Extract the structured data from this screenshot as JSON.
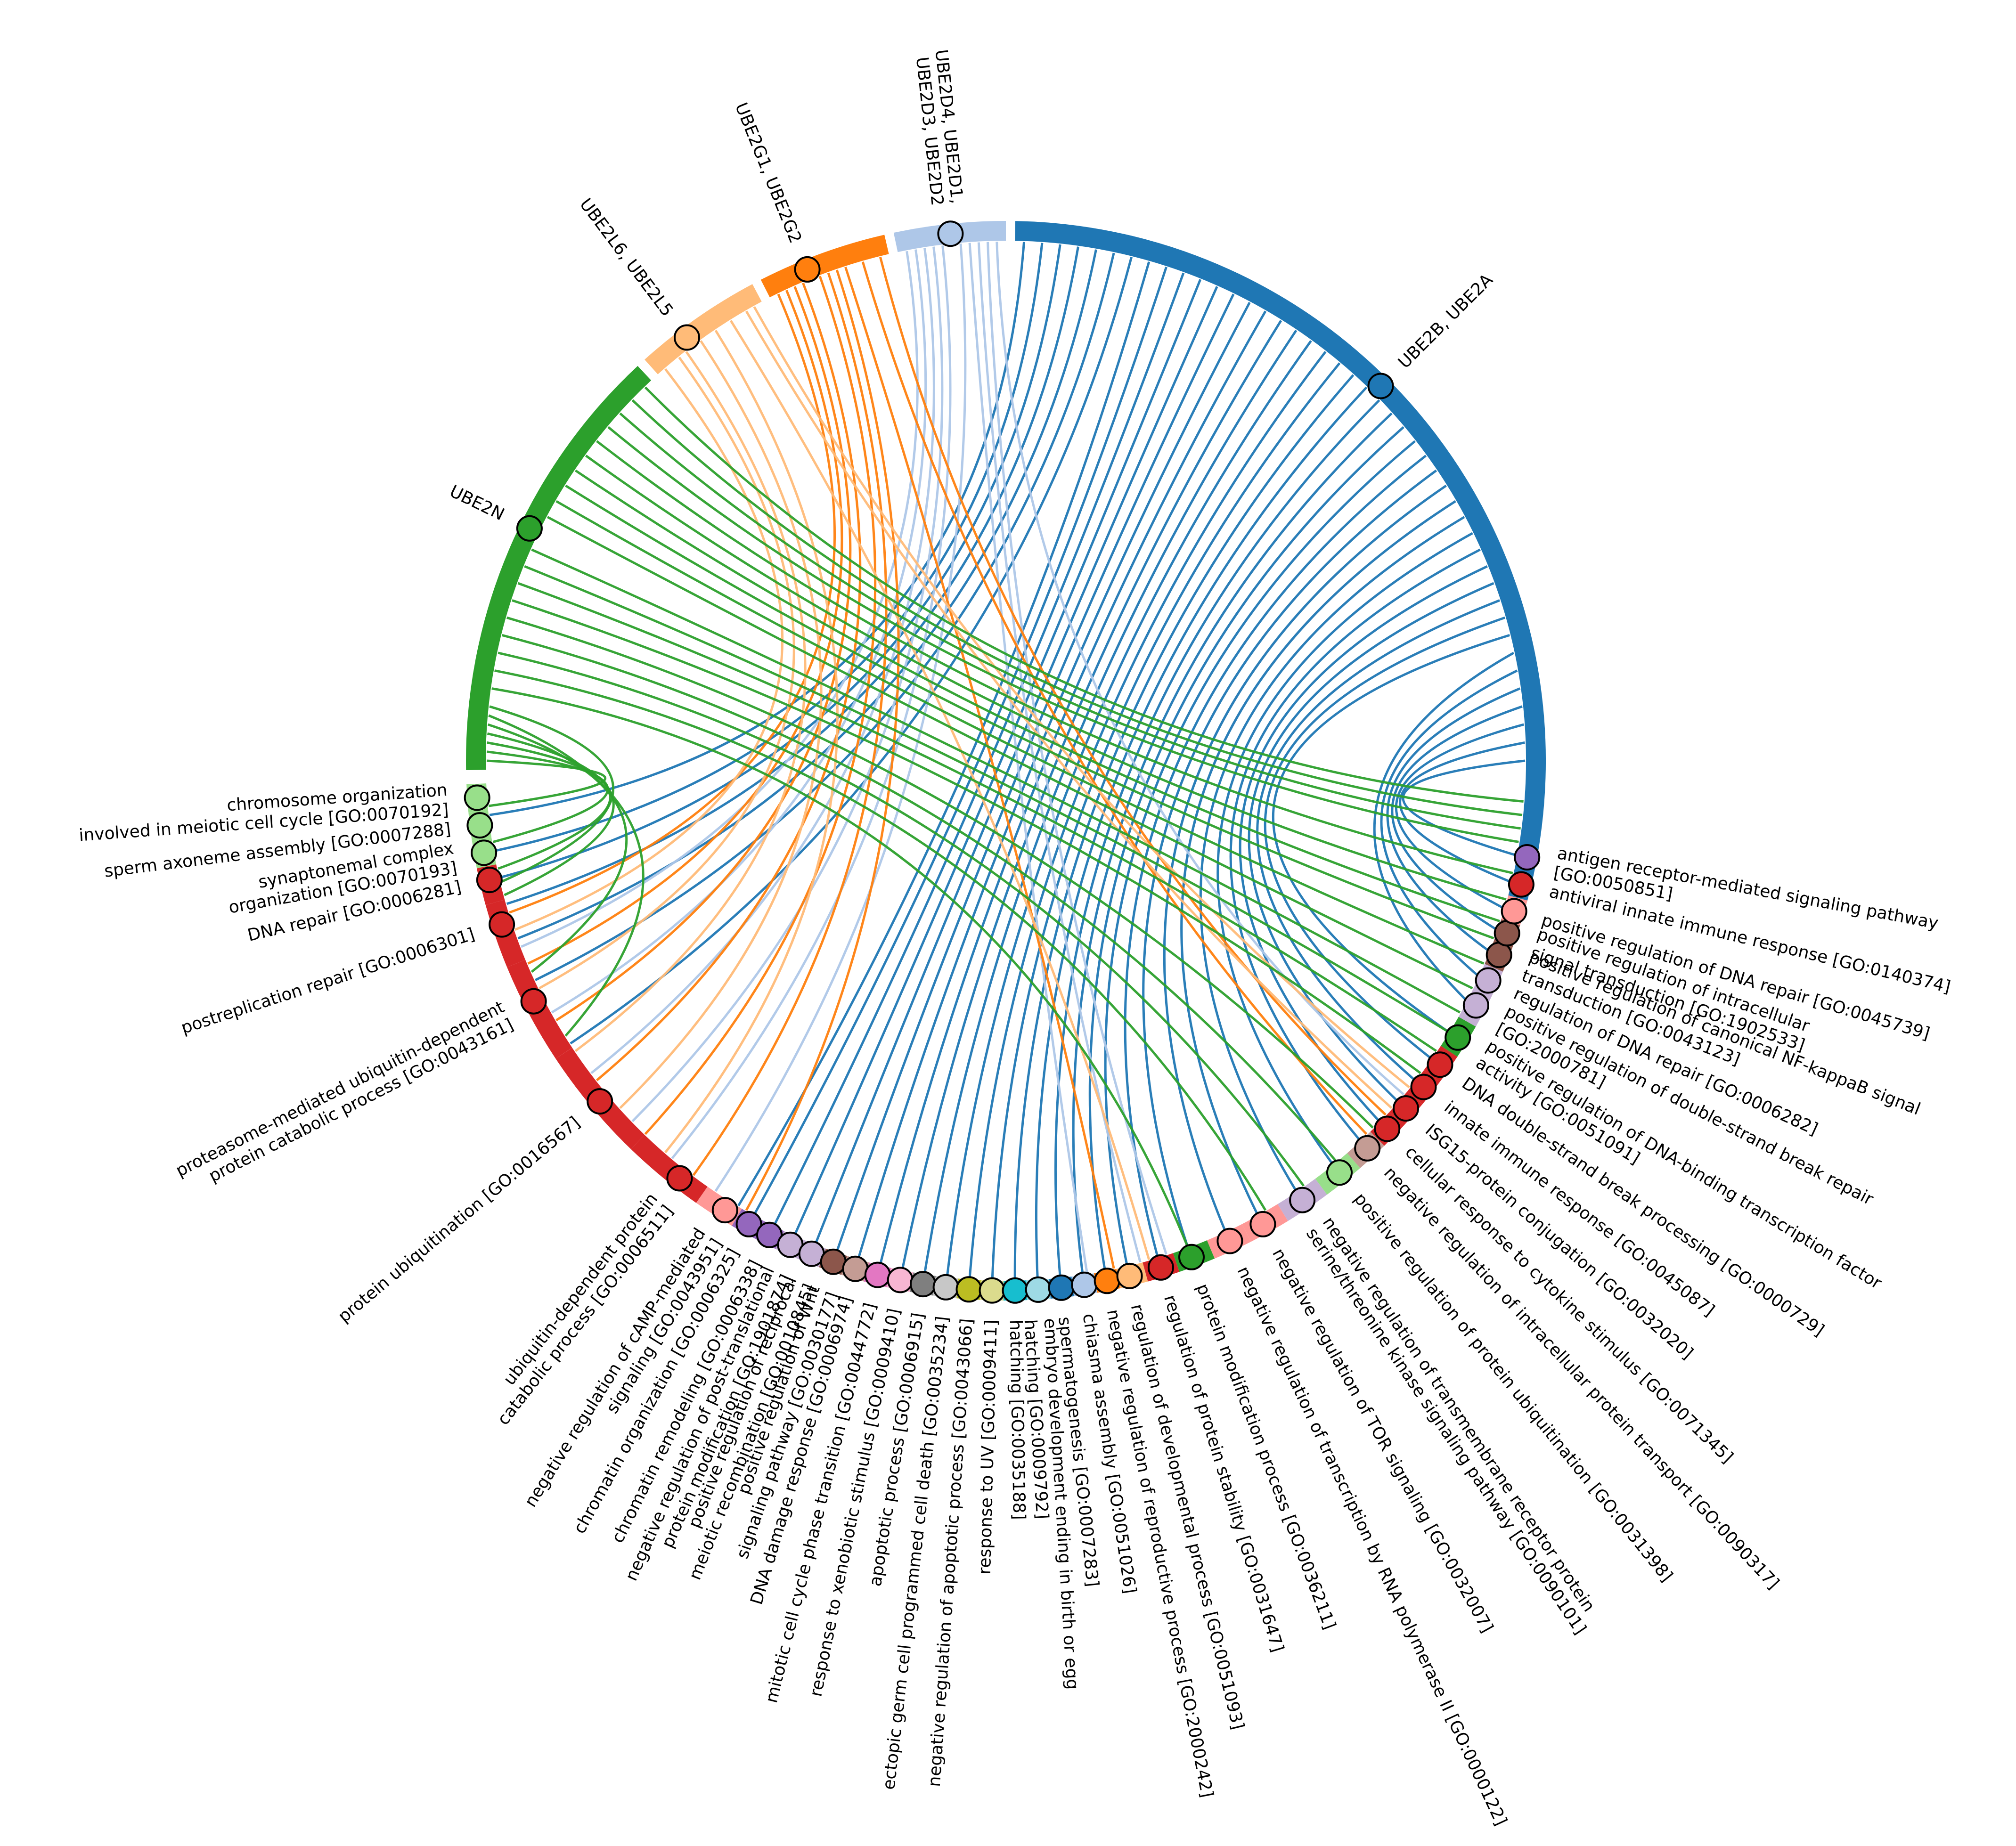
{
  "chart_data": {
    "type": "chord",
    "genes": [
      {
        "label": "UBE2B, UBE2A",
        "color": "#1f77b4",
        "start": 89,
        "end": -15,
        "node": 45
      },
      {
        "label": "UBE2D4, UBE2D1,\nUBE2D3, UBE2D2",
        "color": "#aec7e8",
        "start": 102,
        "end": 90,
        "node": 96
      },
      {
        "label": "UBE2G1, UBE2G2",
        "color": "#ff7f0e",
        "start": 117,
        "end": 103,
        "node": 112
      },
      {
        "label": "UBE2L6, UBE2L5",
        "color": "#ffbb78",
        "start": 132,
        "end": 118,
        "node": 127
      },
      {
        "label": "UBE2N",
        "color": "#2ca02c",
        "start": 181,
        "end": 133,
        "node": 154
      }
    ],
    "terms": [
      {
        "label": "chromosome organization\ninvolved in meiotic cell cycle [GO:0070192]",
        "color": "#98df8a",
        "angle": 184
      },
      {
        "label": "sperm axoneme assembly [GO:0007288]",
        "color": "#98df8a",
        "angle": 187
      },
      {
        "label": "synaptonemal complex\norganization [GO:0070193]",
        "color": "#98df8a",
        "angle": 190
      },
      {
        "label": "DNA repair [GO:0006281]",
        "color": "#d62728",
        "angle": 193
      },
      {
        "label": "postreplication repair [GO:0006301]",
        "color": "#d62728",
        "angle": 198
      },
      {
        "label": "proteasome-mediated ubiquitin-dependent\nprotein catabolic process [GO:0043161]",
        "color": "#d62728",
        "angle": 207
      },
      {
        "label": "protein ubiquitination [GO:0016567]",
        "color": "#d62728",
        "angle": 220
      },
      {
        "label": "ubiquitin-dependent protein\ncatabolic process [GO:0006511]",
        "color": "#d62728",
        "angle": 232
      },
      {
        "label": "negative regulation of cAMP-mediated\nsignaling [GO:0043951]",
        "color": "#ff9896",
        "angle": 238
      },
      {
        "label": "chromatin organization [GO:0006325]",
        "color": "#9467bd",
        "angle": 241
      },
      {
        "label": "chromatin remodeling [GO:0006338]",
        "color": "#9467bd",
        "angle": 243.5
      },
      {
        "label": "negative regulation of post-translational\nprotein modification [GO:1901874]",
        "color": "#c5b0d5",
        "angle": 246
      },
      {
        "label": "positive regulation of reciprocal\nmeiotic recombination [GO:0010845]",
        "color": "#c5b0d5",
        "angle": 248.5
      },
      {
        "label": "positive regulation of Wnt\nsignaling pathway [GO:0030177]",
        "color": "#8c564b",
        "angle": 251
      },
      {
        "label": "DNA damage response [GO:0006974]",
        "color": "#c49c94",
        "angle": 253.5
      },
      {
        "label": "mitotic cell cycle phase transition [GO:0044772]",
        "color": "#e377c2",
        "angle": 256
      },
      {
        "label": "response to xenobiotic stimulus [GO:0009410]",
        "color": "#f7b6d2",
        "angle": 258.5
      },
      {
        "label": "apoptotic process [GO:0006915]",
        "color": "#7f7f7f",
        "angle": 261
      },
      {
        "label": "ectopic germ cell programmed cell death [GO:0035234]",
        "color": "#c7c7c7",
        "angle": 263.5
      },
      {
        "label": "negative regulation of apoptotic process [GO:0043066]",
        "color": "#bcbd22",
        "angle": 266
      },
      {
        "label": "response to UV [GO:0009411]",
        "color": "#dbdb8d",
        "angle": 268.5
      },
      {
        "label": "hatching [GO:0035188]",
        "color": "#17becf",
        "angle": 271
      },
      {
        "label": "embryo development ending in birth or egg\nhatching [GO:0009792]",
        "color": "#9edae5",
        "angle": 273.5
      },
      {
        "label": "spermatogenesis [GO:0007283]",
        "color": "#1f77b4",
        "angle": 276
      },
      {
        "label": "chiasma assembly [GO:0051026]",
        "color": "#aec7e8",
        "angle": 278.5
      },
      {
        "label": "negative regulation of reproductive process [GO:2000242]",
        "color": "#ff7f0e",
        "angle": 281
      },
      {
        "label": "regulation of developmental process [GO:0051093]",
        "color": "#ffbb78",
        "angle": 283.5
      },
      {
        "label": "regulation of protein stability [GO:0031647]",
        "color": "#d62728",
        "angle": 287
      },
      {
        "label": "protein modification process [GO:0036211]",
        "color": "#2ca02c",
        "angle": 290.5
      },
      {
        "label": "negative regulation of transcription by RNA polymerase II [GO:0000122]",
        "color": "#ff9896",
        "angle": 295
      },
      {
        "label": "negative regulation of TOR signaling [GO:0032007]",
        "color": "#ff9896",
        "angle": 299
      },
      {
        "label": "negative regulation of transmembrane receptor protein\nserine/threonine kinase signaling pathway [GO:0090101]",
        "color": "#c5b0d5",
        "angle": 304
      },
      {
        "label": "positive regulation of protein ubiquitination [GO:0031398]",
        "color": "#98df8a",
        "angle": 309
      },
      {
        "label": "negative regulation of intracellular protein transport [GO:0090317]",
        "color": "#c49c94",
        "angle": 313
      },
      {
        "label": "cellular response to cytokine stimulus [GO:0071345]",
        "color": "#d62728",
        "angle": 316
      },
      {
        "label": "ISG15-protein conjugation [GO:0032020]",
        "color": "#d62728",
        "angle": 319
      },
      {
        "label": "innate immune response [GO:0045087]",
        "color": "#d62728",
        "angle": 322
      },
      {
        "label": "DNA double-strand break processing [GO:0000729]",
        "color": "#d62728",
        "angle": 325
      },
      {
        "label": "positive regulation of DNA-binding transcription factor\nactivity [GO:0051091]",
        "color": "#2ca02c",
        "angle": 328.5
      },
      {
        "label": "positive regulation of double-strand break repair\n[GO:2000781]",
        "color": "#c5b0d5",
        "angle": 332.5
      },
      {
        "label": "regulation of DNA repair [GO:0006282]",
        "color": "#c5b0d5",
        "angle": 335.5
      },
      {
        "label": "positive regulation of canonical NF-kappaB signal\ntransduction [GO:0043123]",
        "color": "#8c564b",
        "angle": 338.5
      },
      {
        "label": "positive regulation of intracellular\nsignal transduction [GO:1902533]",
        "color": "#8c564b",
        "angle": 341
      },
      {
        "label": "positive regulation of DNA repair [GO:0045739]",
        "color": "#ff9896",
        "angle": 343.5
      },
      {
        "label": "antiviral innate immune response [GO:0140374]",
        "color": "#d62728",
        "angle": 346.5
      },
      {
        "label": "antigen receptor-mediated signaling pathway\n[GO:0050851]",
        "color": "#9467bd",
        "angle": 349.5
      }
    ],
    "links": [
      {
        "gene": 0,
        "from": 88,
        "to": 186
      },
      {
        "gene": 0,
        "from": 86,
        "to": 190
      },
      {
        "gene": 0,
        "from": 84,
        "to": 193
      },
      {
        "gene": 0,
        "from": 82,
        "to": 196
      },
      {
        "gene": 0,
        "from": 80,
        "to": 200
      },
      {
        "gene": 0,
        "from": 78,
        "to": 205
      },
      {
        "gene": 0,
        "from": 76,
        "to": 213
      },
      {
        "gene": 0,
        "from": 74,
        "to": 239
      },
      {
        "gene": 0,
        "from": 72,
        "to": 241
      },
      {
        "gene": 0,
        "from": 70,
        "to": 243.5
      },
      {
        "gene": 0,
        "from": 68,
        "to": 246
      },
      {
        "gene": 0,
        "from": 66,
        "to": 248.5
      },
      {
        "gene": 0,
        "from": 64,
        "to": 251
      },
      {
        "gene": 0,
        "from": 62,
        "to": 253.5
      },
      {
        "gene": 0,
        "from": 60,
        "to": 256
      },
      {
        "gene": 0,
        "from": 58,
        "to": 258.5
      },
      {
        "gene": 0,
        "from": 56,
        "to": 261
      },
      {
        "gene": 0,
        "from": 54,
        "to": 263.5
      },
      {
        "gene": 0,
        "from": 52,
        "to": 266
      },
      {
        "gene": 0,
        "from": 50,
        "to": 268.5
      },
      {
        "gene": 0,
        "from": 48,
        "to": 271
      },
      {
        "gene": 0,
        "from": 46,
        "to": 273.5
      },
      {
        "gene": 0,
        "from": 44,
        "to": 276
      },
      {
        "gene": 0,
        "from": 42,
        "to": 278.5
      },
      {
        "gene": 0,
        "from": 40,
        "to": 281
      },
      {
        "gene": 0,
        "from": 38,
        "to": 283.5
      },
      {
        "gene": 0,
        "from": 36,
        "to": 287
      },
      {
        "gene": 0,
        "from": 34,
        "to": 290.5
      },
      {
        "gene": 0,
        "from": 32,
        "to": 295
      },
      {
        "gene": 0,
        "from": 30,
        "to": 299
      },
      {
        "gene": 0,
        "from": 28,
        "to": 304
      },
      {
        "gene": 0,
        "from": 26,
        "to": 309
      },
      {
        "gene": 0,
        "from": 24,
        "to": 313
      },
      {
        "gene": 0,
        "from": 22,
        "to": 316
      },
      {
        "gene": 0,
        "from": 20,
        "to": 319
      },
      {
        "gene": 0,
        "from": 18,
        "to": 322
      },
      {
        "gene": 0,
        "from": 16,
        "to": 325
      },
      {
        "gene": 0,
        "from": 14,
        "to": 328.5
      },
      {
        "gene": 0,
        "from": 12,
        "to": 332.5
      },
      {
        "gene": 0,
        "from": 10,
        "to": 335.5
      },
      {
        "gene": 0,
        "from": 8,
        "to": 338.5
      },
      {
        "gene": 0,
        "from": 6,
        "to": 341
      },
      {
        "gene": 0,
        "from": 4,
        "to": 343.5
      },
      {
        "gene": 0,
        "from": 2,
        "to": 346.5
      },
      {
        "gene": 0,
        "from": 0,
        "to": 349.5
      },
      {
        "gene": 1,
        "from": 101,
        "to": 201
      },
      {
        "gene": 1,
        "from": 100,
        "to": 209
      },
      {
        "gene": 1,
        "from": 99,
        "to": 217
      },
      {
        "gene": 1,
        "from": 98,
        "to": 224
      },
      {
        "gene": 1,
        "from": 97,
        "to": 230
      },
      {
        "gene": 1,
        "from": 95,
        "to": 236
      },
      {
        "gene": 1,
        "from": 94,
        "to": 279
      },
      {
        "gene": 1,
        "from": 93,
        "to": 285
      },
      {
        "gene": 1,
        "from": 92,
        "to": 288
      },
      {
        "gene": 1,
        "from": 91,
        "to": 320
      },
      {
        "gene": 2,
        "from": 116,
        "to": 197
      },
      {
        "gene": 2,
        "from": 115,
        "to": 203
      },
      {
        "gene": 2,
        "from": 114,
        "to": 210
      },
      {
        "gene": 2,
        "from": 113,
        "to": 218
      },
      {
        "gene": 2,
        "from": 111,
        "to": 226
      },
      {
        "gene": 2,
        "from": 110,
        "to": 233
      },
      {
        "gene": 2,
        "from": 109,
        "to": 240
      },
      {
        "gene": 2,
        "from": 108,
        "to": 282
      },
      {
        "gene": 2,
        "from": 106,
        "to": 314
      },
      {
        "gene": 2,
        "from": 104,
        "to": 317
      },
      {
        "gene": 3,
        "from": 131,
        "to": 199
      },
      {
        "gene": 3,
        "from": 129,
        "to": 206
      },
      {
        "gene": 3,
        "from": 128,
        "to": 214
      },
      {
        "gene": 3,
        "from": 126,
        "to": 222
      },
      {
        "gene": 3,
        "from": 124,
        "to": 229
      },
      {
        "gene": 3,
        "from": 122,
        "to": 286
      },
      {
        "gene": 3,
        "from": 120,
        "to": 318
      },
      {
        "gene": 3,
        "from": 119,
        "to": 321
      },
      {
        "gene": 4,
        "from": 180,
        "to": 185
      },
      {
        "gene": 4,
        "from": 179,
        "to": 189
      },
      {
        "gene": 4,
        "from": 178,
        "to": 192
      },
      {
        "gene": 4,
        "from": 177,
        "to": 195
      },
      {
        "gene": 4,
        "from": 176,
        "to": 204
      },
      {
        "gene": 4,
        "from": 175,
        "to": 212
      },
      {
        "gene": 4,
        "from": 174,
        "to": 193.5
      },
      {
        "gene": 4,
        "from": 172,
        "to": 290.5
      },
      {
        "gene": 4,
        "from": 170,
        "to": 300
      },
      {
        "gene": 4,
        "from": 168,
        "to": 305
      },
      {
        "gene": 4,
        "from": 166,
        "to": 309.5
      },
      {
        "gene": 4,
        "from": 164,
        "to": 315
      },
      {
        "gene": 4,
        "from": 162,
        "to": 323
      },
      {
        "gene": 4,
        "from": 160,
        "to": 326
      },
      {
        "gene": 4,
        "from": 158,
        "to": 328.5
      },
      {
        "gene": 4,
        "from": 156,
        "to": 331
      },
      {
        "gene": 4,
        "from": 152,
        "to": 334
      },
      {
        "gene": 4,
        "from": 150,
        "to": 337
      },
      {
        "gene": 4,
        "from": 148,
        "to": 340
      },
      {
        "gene": 4,
        "from": 146,
        "to": 342
      },
      {
        "gene": 4,
        "from": 144,
        "to": 344.5
      },
      {
        "gene": 4,
        "from": 142,
        "to": 347.5
      },
      {
        "gene": 4,
        "from": 140,
        "to": 351
      },
      {
        "gene": 4,
        "from": 138,
        "to": 352.5
      },
      {
        "gene": 4,
        "from": 136,
        "to": 354
      },
      {
        "gene": 4,
        "from": 134,
        "to": 355.5
      }
    ]
  }
}
